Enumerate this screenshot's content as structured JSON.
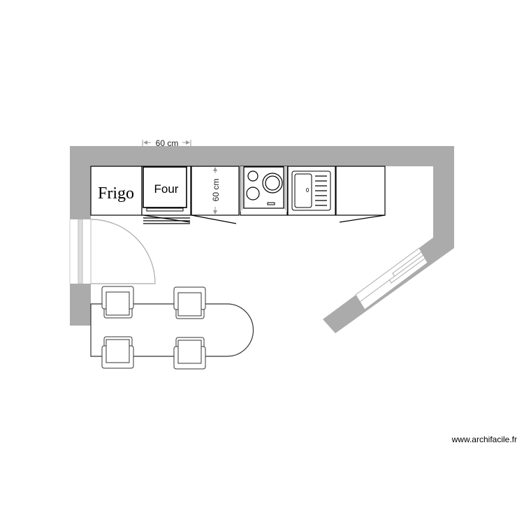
{
  "plan": {
    "labels": {
      "fridge": "Frigo",
      "oven": "Four"
    },
    "dimensions": {
      "width": "60 cm",
      "depth": "60 cm"
    },
    "watermark": "www.archifacile.fr",
    "colors": {
      "wall": "#ababab",
      "line": "#000000",
      "door_frame": "#bbbbbb"
    }
  }
}
